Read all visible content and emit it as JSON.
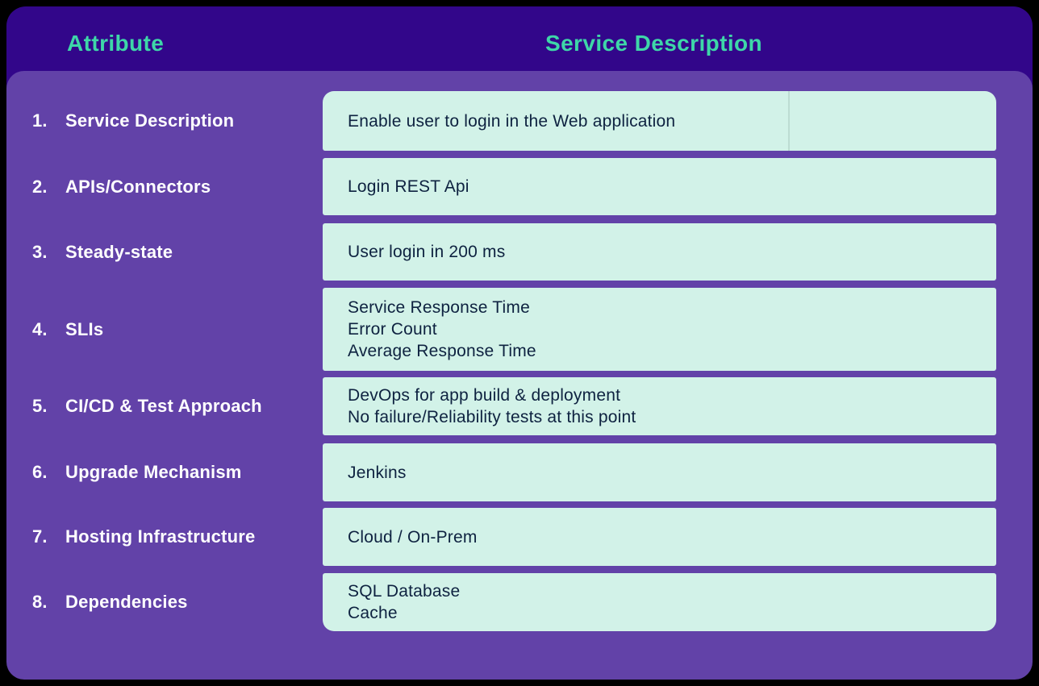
{
  "title": "Service attribute description table",
  "colors": {
    "page_background": "#000000",
    "header_background": "#32068a",
    "header_text": "#3ed7a8",
    "body_background": "#6242a8",
    "value_box_background": "#d2f2e8",
    "value_text": "#0e2240",
    "attribute_text": "#ffffff"
  },
  "header": {
    "attribute_label": "Attribute",
    "service_label": "Service Description"
  },
  "rows": [
    {
      "num": "1.",
      "attribute": "Service Description",
      "values": [
        "Enable user to login in the Web application"
      ]
    },
    {
      "num": "2.",
      "attribute": "APIs/Connectors",
      "values": [
        "Login REST Api"
      ]
    },
    {
      "num": "3.",
      "attribute": "Steady-state",
      "values": [
        "User login in 200 ms"
      ]
    },
    {
      "num": "4.",
      "attribute": "SLIs",
      "values": [
        "Service Response Time",
        "Error Count",
        "Average Response Time"
      ]
    },
    {
      "num": "5.",
      "attribute": "CI/CD & Test Approach",
      "values": [
        "DevOps for app build & deployment",
        "No failure/Reliability tests at this point"
      ]
    },
    {
      "num": "6.",
      "attribute": "Upgrade Mechanism",
      "values": [
        "Jenkins"
      ]
    },
    {
      "num": "7.",
      "attribute": "Hosting Infrastructure",
      "values": [
        "Cloud / On-Prem"
      ]
    },
    {
      "num": "8.",
      "attribute": "Dependencies",
      "values": [
        "SQL Database",
        "Cache"
      ]
    }
  ],
  "chart_data": {
    "type": "table",
    "title": "Service Description",
    "columns": [
      "Attribute",
      "Service Description"
    ],
    "rows": [
      [
        "1. Service Description",
        "Enable user to login in the Web application"
      ],
      [
        "2. APIs/Connectors",
        "Login REST Api"
      ],
      [
        "3. Steady-state",
        "User login in 200 ms"
      ],
      [
        "4. SLIs",
        "Service Response Time; Error Count; Average Response Time"
      ],
      [
        "5. CI/CD & Test Approach",
        "DevOps for app build & deployment; No failure/Reliability tests at this point"
      ],
      [
        "6. Upgrade Mechanism",
        "Jenkins"
      ],
      [
        "7. Hosting Infrastructure",
        "Cloud / On-Prem"
      ],
      [
        "8. Dependencies",
        "SQL Database; Cache"
      ]
    ]
  }
}
